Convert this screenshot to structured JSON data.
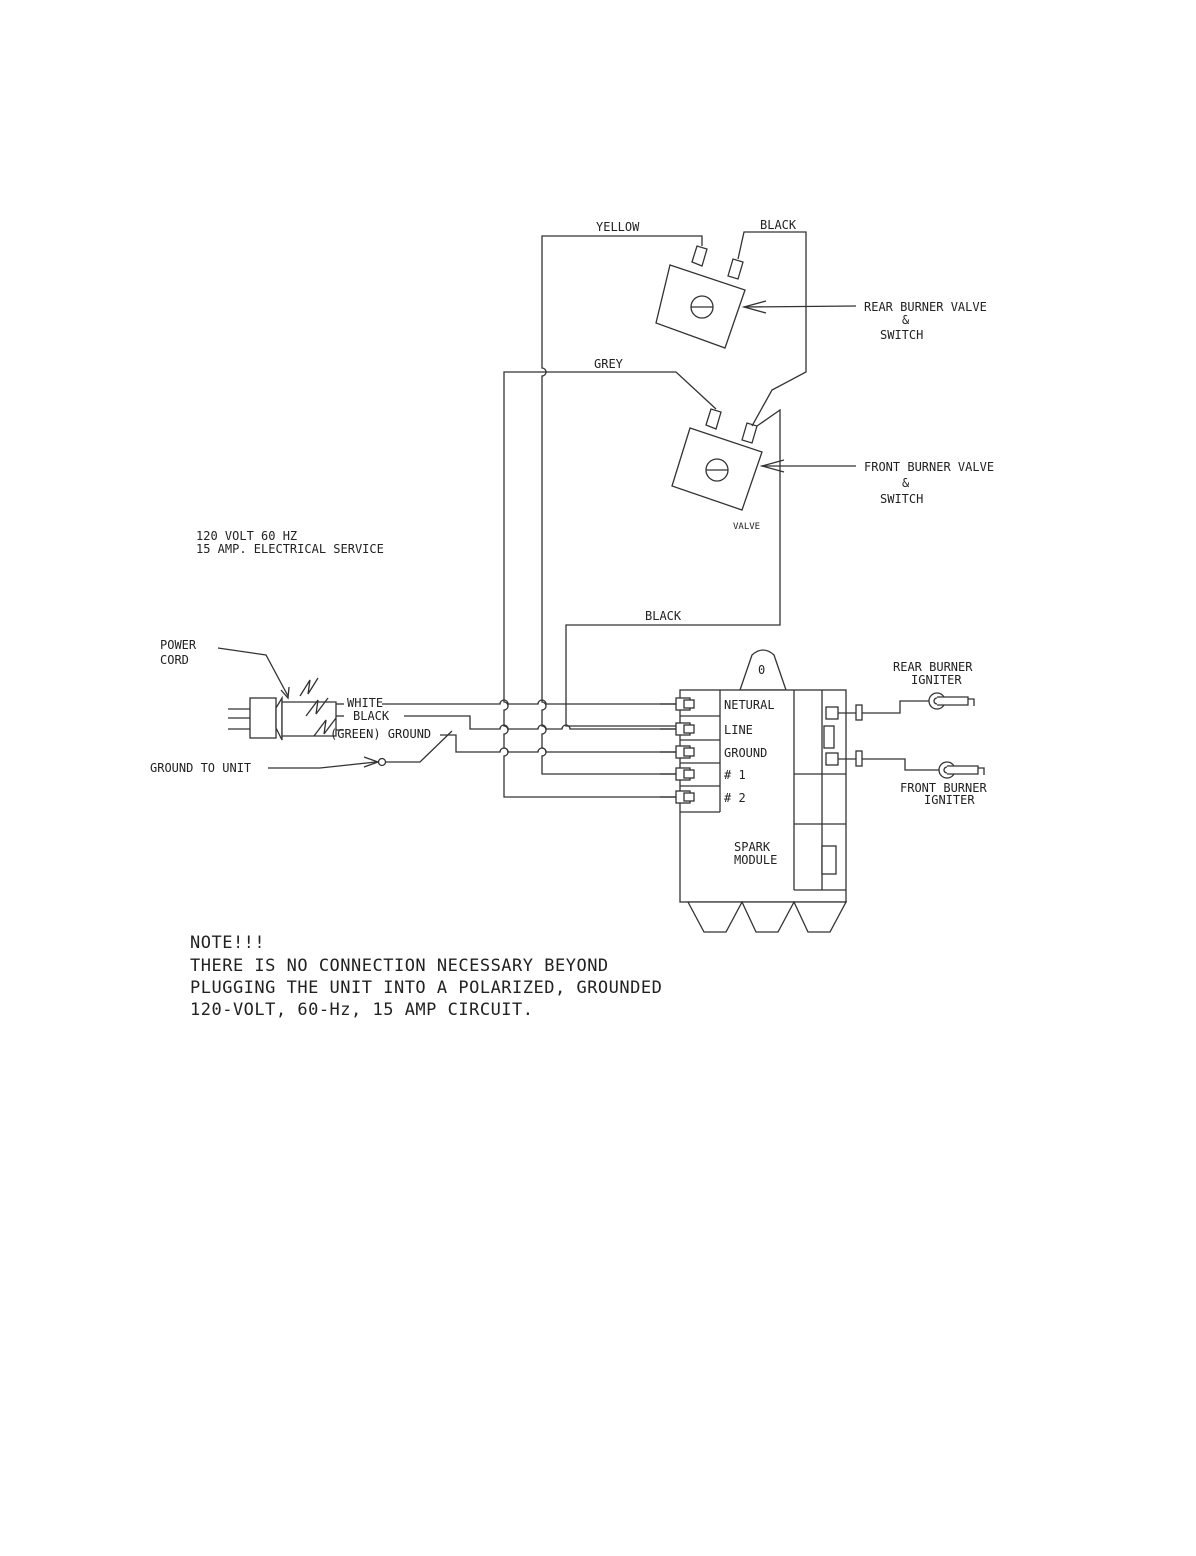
{
  "wires": {
    "yellow": "YELLOW",
    "black_top": "BLACK",
    "grey": "GREY",
    "black_mid": "BLACK"
  },
  "components": {
    "rear_valve": [
      "REAR BURNER VALVE",
      "&",
      "SWITCH"
    ],
    "front_valve": [
      "FRONT BURNER VALVE",
      "&",
      "SWITCH"
    ],
    "valve_tag": "VALVE",
    "rear_igniter": [
      "REAR BURNER",
      "IGNITER"
    ],
    "front_igniter": [
      "FRONT BURNER",
      "IGNITER"
    ],
    "power_cord": [
      "POWER",
      "CORD"
    ],
    "spark_module": [
      "SPARK",
      "MODULE"
    ],
    "module_mark": "0"
  },
  "service": [
    "120 VOLT 60 HZ",
    "15 AMP. ELECTRICAL SERVICE"
  ],
  "cord_wires": {
    "white": "WHITE",
    "black": "BLACK",
    "ground": "(GREEN) GROUND",
    "ground_to_unit": "GROUND TO UNIT"
  },
  "terminals": [
    "NETURAL",
    "LINE",
    "GROUND",
    "# 1",
    "# 2"
  ],
  "note": [
    "NOTE!!!",
    "THERE IS NO CONNECTION NECESSARY BEYOND",
    "PLUGGING THE UNIT INTO A POLARIZED, GROUNDED",
    "120-VOLT, 60-Hz, 15 AMP CIRCUIT."
  ]
}
